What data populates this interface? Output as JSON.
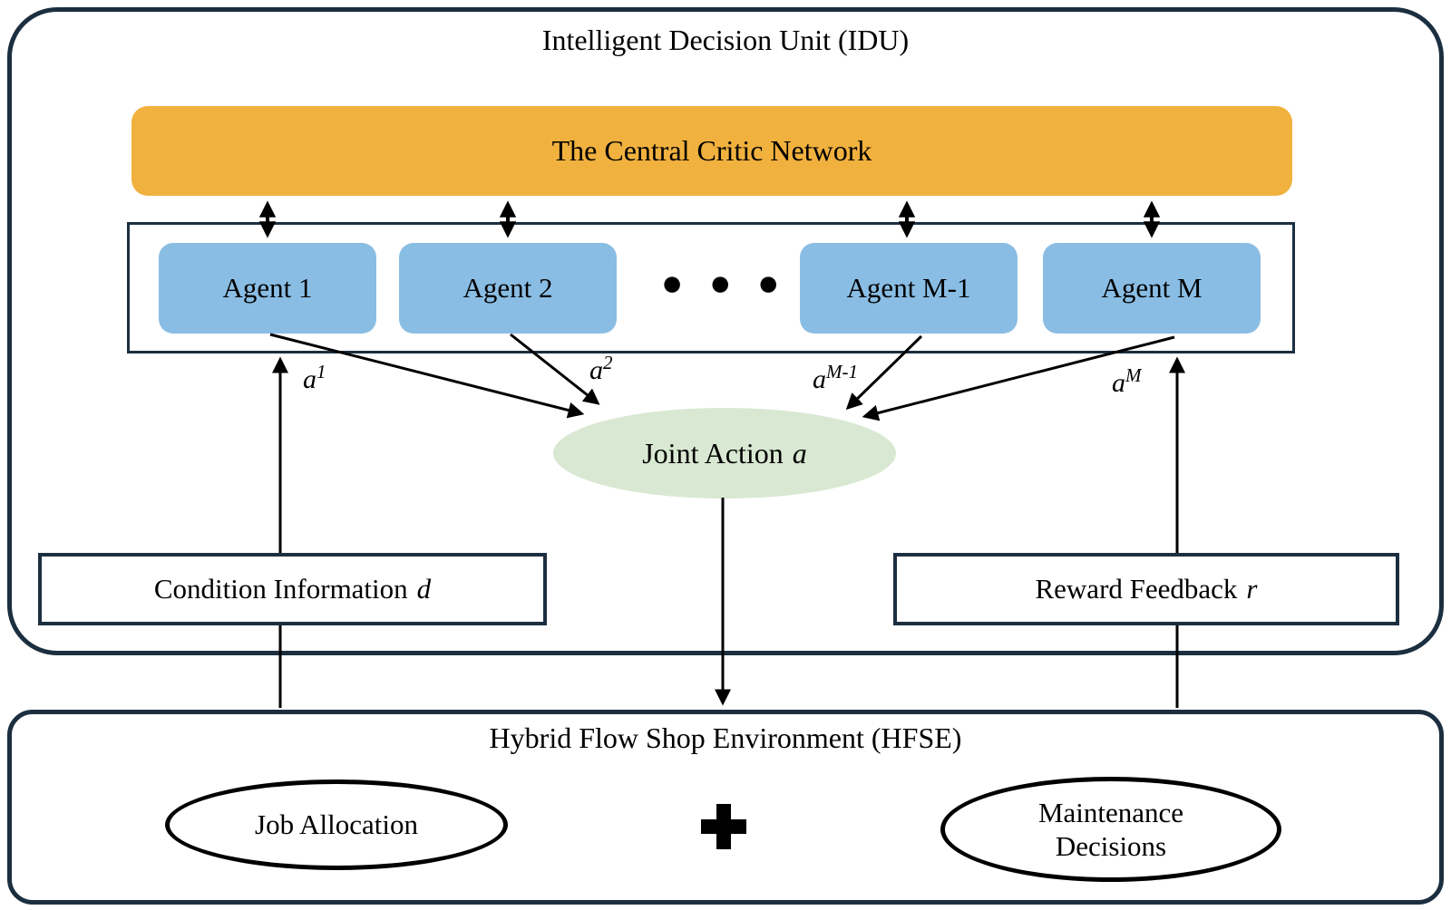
{
  "colors": {
    "orange": "#F1B13E",
    "blue": "#8ABDE4",
    "green": "#D9E8D2",
    "navy": "#1C2F40"
  },
  "idu": {
    "title": "Intelligent Decision Unit (IDU)",
    "critic_label": "The Central Critic Network",
    "agents": [
      {
        "label": "Agent 1"
      },
      {
        "label": "Agent 2"
      },
      {
        "label": "Agent M-1"
      },
      {
        "label": "Agent M"
      }
    ],
    "agents_dots": "●●●",
    "action_labels": [
      {
        "base": "a",
        "sup": "1"
      },
      {
        "base": "a",
        "sup": "2"
      },
      {
        "base": "a",
        "sup": "M-1"
      },
      {
        "base": "a",
        "sup": "M"
      }
    ],
    "joint_action": {
      "text": "Joint Action",
      "var": "a"
    },
    "condition_box": {
      "text": "Condition Information",
      "var": "d"
    },
    "reward_box": {
      "text": "Reward Feedback",
      "var": "r"
    }
  },
  "hfse": {
    "title": "Hybrid Flow Shop Environment (HFSE)",
    "job_label": "Job Allocation",
    "maintenance_line1": "Maintenance",
    "maintenance_line2": "Decisions"
  }
}
